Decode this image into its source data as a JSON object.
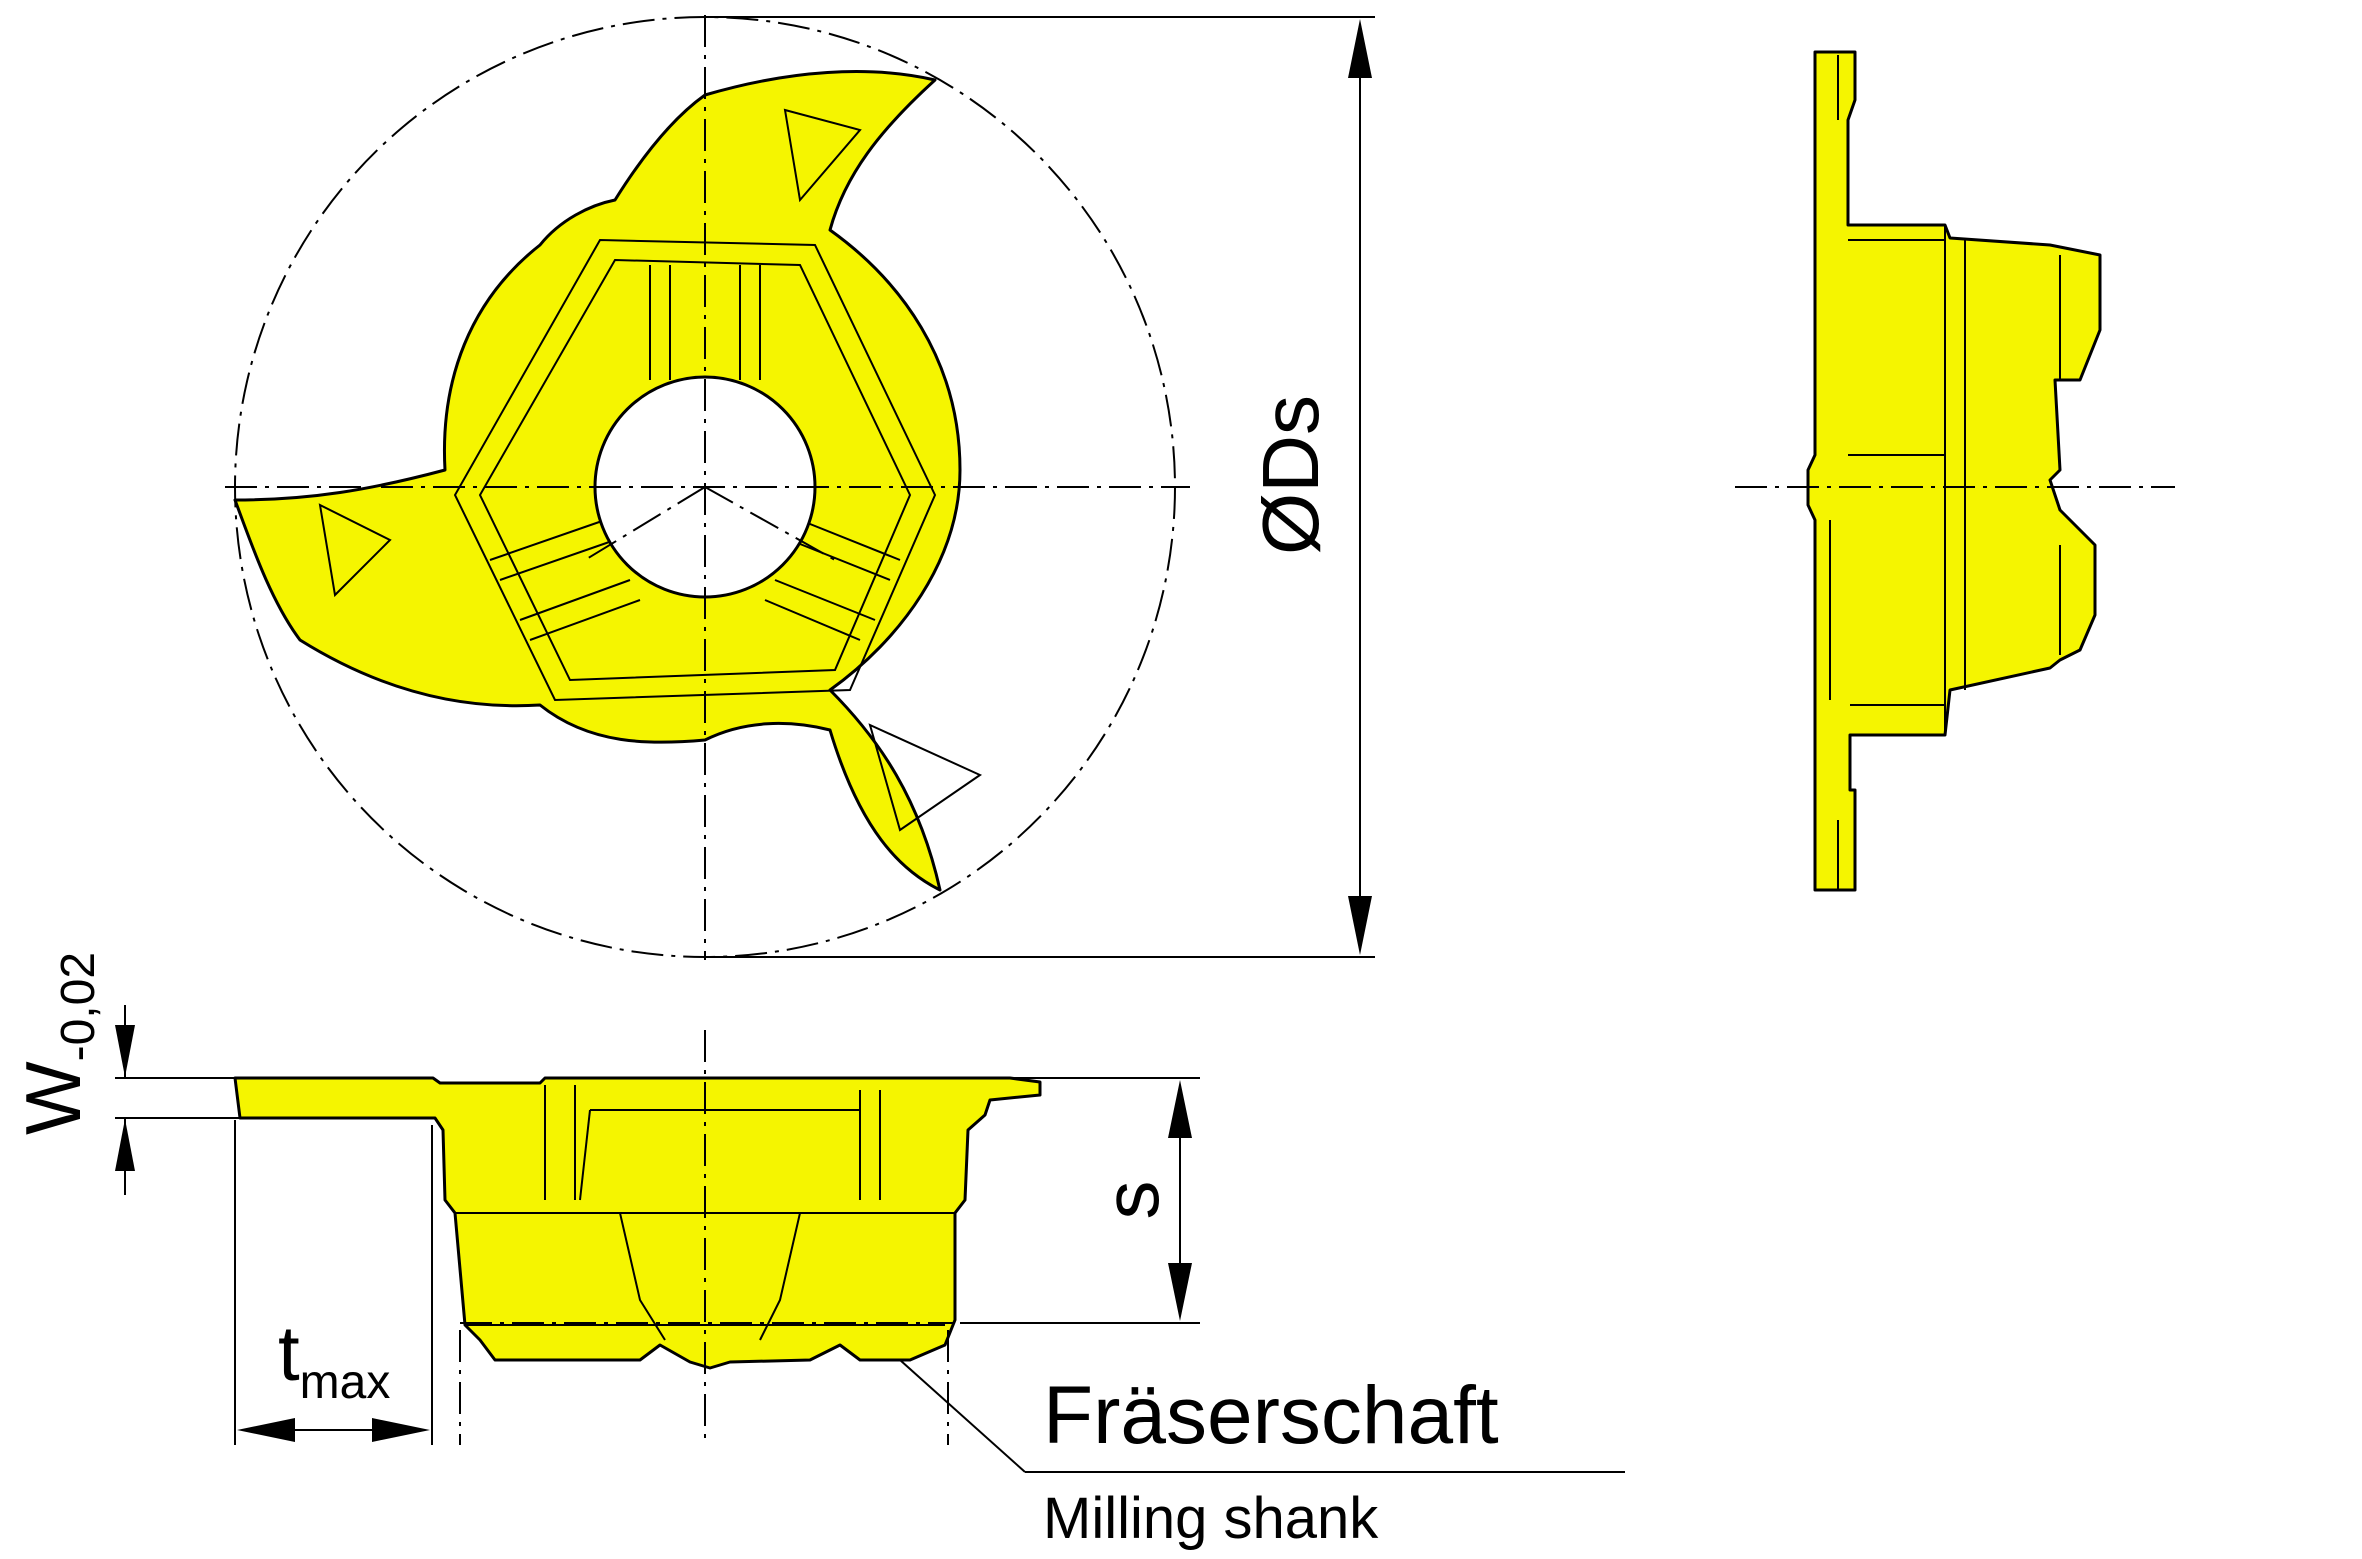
{
  "colors": {
    "insert_fill": "#f5f500",
    "line": "#000000",
    "background": "#ffffff"
  },
  "labels": {
    "diameter": "ØDs",
    "width_base": "W",
    "width_tolerance": "-0,02",
    "thickness": "s",
    "t_base": "t",
    "t_subscript": "max",
    "shank_de": "Fräserschaft",
    "shank_en": "Milling shank"
  }
}
